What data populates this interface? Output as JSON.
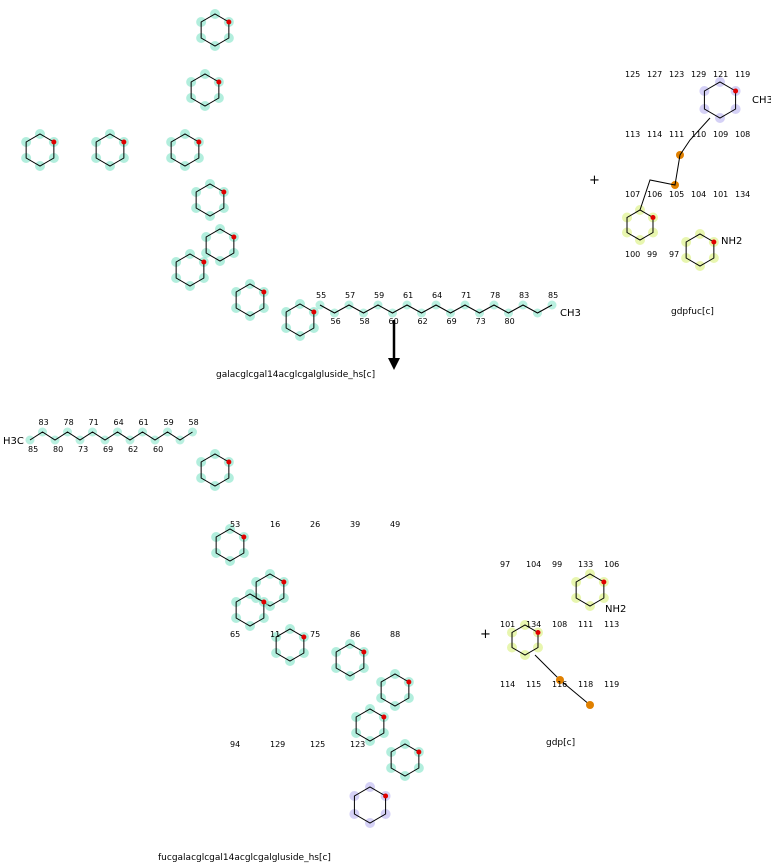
{
  "reaction": {
    "reactants": [
      {
        "name": "galacglcgal14acglcgalgluside_hs[c]",
        "tail_top": [
          "55",
          "57",
          "59",
          "61",
          "64",
          "71",
          "78",
          "83",
          "85"
        ],
        "tail_bottom": [
          "56",
          "58",
          "60",
          "62",
          "69",
          "73",
          "80"
        ],
        "terminal": "CH3"
      },
      {
        "name": "gdpfuc[c]",
        "atoms": [
          "125",
          "127",
          "123",
          "129",
          "121",
          "119",
          "113",
          "114",
          "111",
          "110",
          "109",
          "108",
          "107",
          "106",
          "105",
          "104",
          "101",
          "134",
          "100",
          "99",
          "97"
        ],
        "terminal": "CH3",
        "amine": "NH2"
      }
    ],
    "products": [
      {
        "name": "fucgalacglcgal14acglcgalgluside_hs[c]",
        "tail_top": [
          "83",
          "78",
          "71",
          "64",
          "61",
          "59",
          "58"
        ],
        "tail_bottom": [
          "85",
          "80",
          "73",
          "69",
          "62",
          "60"
        ],
        "terminal": "H3C",
        "atoms": [
          "53",
          "16",
          "26",
          "39",
          "49",
          "65",
          "11",
          "75",
          "86",
          "88",
          "94",
          "129",
          "125",
          "123"
        ]
      },
      {
        "name": "gdp[c]",
        "atoms": [
          "97",
          "104",
          "99",
          "133",
          "106",
          "101",
          "134",
          "108",
          "111",
          "113",
          "114",
          "115",
          "116",
          "118",
          "119"
        ],
        "amine": "NH2"
      }
    ],
    "plus": "+",
    "colors": {
      "backbone": "#7fe3c6",
      "fucose": "#b9b3f0",
      "gdp": "#d8f07a",
      "oxygen": "#e00000",
      "nitrogen": "#1060e0",
      "phosphorus": "#e08000"
    }
  }
}
